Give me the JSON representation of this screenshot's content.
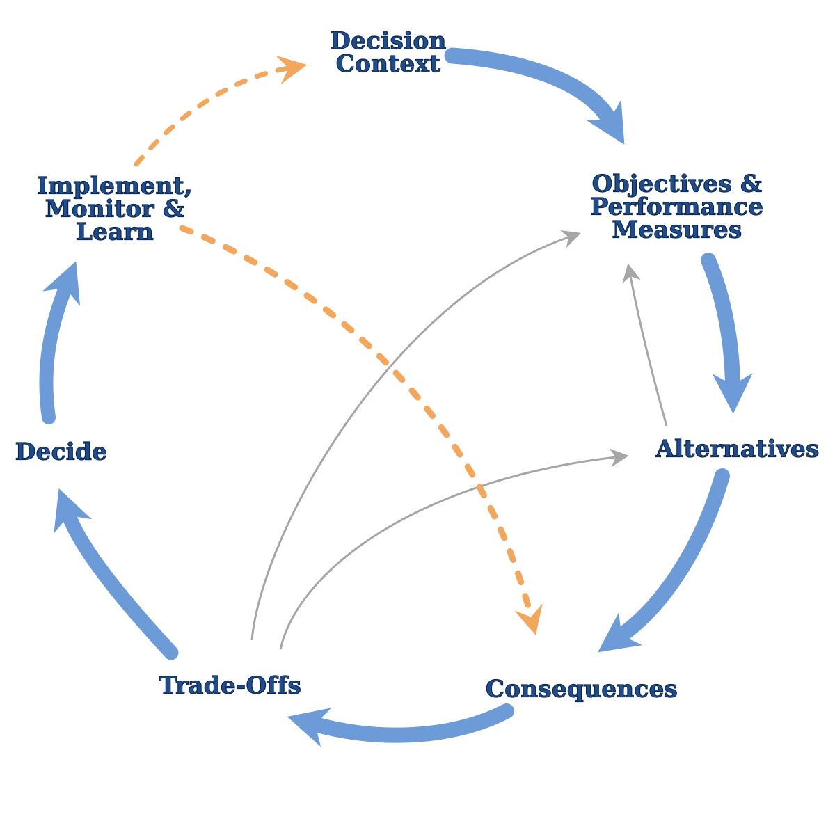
{
  "diagram": {
    "nodes": {
      "decision_context": {
        "label": "Decision\nContext"
      },
      "objectives": {
        "label": "Objectives &\nPerformance\nMeasures"
      },
      "alternatives": {
        "label": "Alternatives"
      },
      "consequences": {
        "label": "Consequences"
      },
      "trade_offs": {
        "label": "Trade-Offs"
      },
      "decide": {
        "label": "Decide"
      },
      "implement": {
        "label": "Implement,\nMonitor &\nLearn"
      }
    },
    "arrows": {
      "primary_cycle": [
        {
          "from": "decision_context",
          "to": "objectives"
        },
        {
          "from": "objectives",
          "to": "alternatives"
        },
        {
          "from": "alternatives",
          "to": "consequences"
        },
        {
          "from": "consequences",
          "to": "trade_offs"
        },
        {
          "from": "trade_offs",
          "to": "decide"
        },
        {
          "from": "decide",
          "to": "implement"
        }
      ],
      "feedback_dashed": [
        {
          "from": "implement",
          "to": "decision_context"
        },
        {
          "from": "implement",
          "to": "consequences"
        }
      ],
      "reference_thin": [
        {
          "from": "trade_offs",
          "to": "objectives"
        },
        {
          "from": "trade_offs",
          "to": "alternatives"
        },
        {
          "from": "alternatives",
          "to": "objectives"
        }
      ]
    },
    "colors": {
      "primary_arrow": "#6c9bd8",
      "feedback_arrow": "#f3a75c",
      "reference_arrow": "#a6a6a6",
      "label_fill": "#1e4c8c",
      "label_stroke": "#0e2a52",
      "background": "#ffffff"
    }
  }
}
